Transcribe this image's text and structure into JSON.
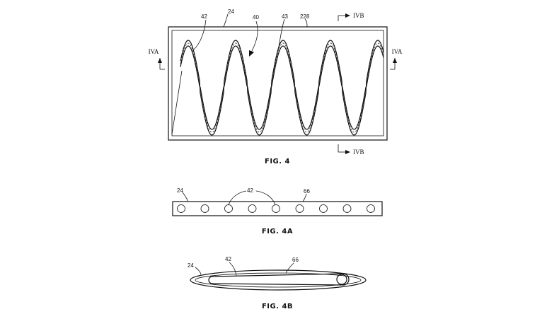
{
  "fig4": {
    "caption": "FIG. 4",
    "ref_24": "24",
    "ref_40": "40",
    "ref_42": "42",
    "ref_43": "43",
    "ref_228": "228",
    "section_iva": "IVA",
    "section_ivb": "IVB"
  },
  "fig4a": {
    "caption": "FIG. 4A",
    "ref_24": "24",
    "ref_42": "42",
    "ref_66": "66"
  },
  "fig4b": {
    "caption": "FIG. 4B",
    "ref_24": "24",
    "ref_42": "42",
    "ref_66": "66"
  }
}
